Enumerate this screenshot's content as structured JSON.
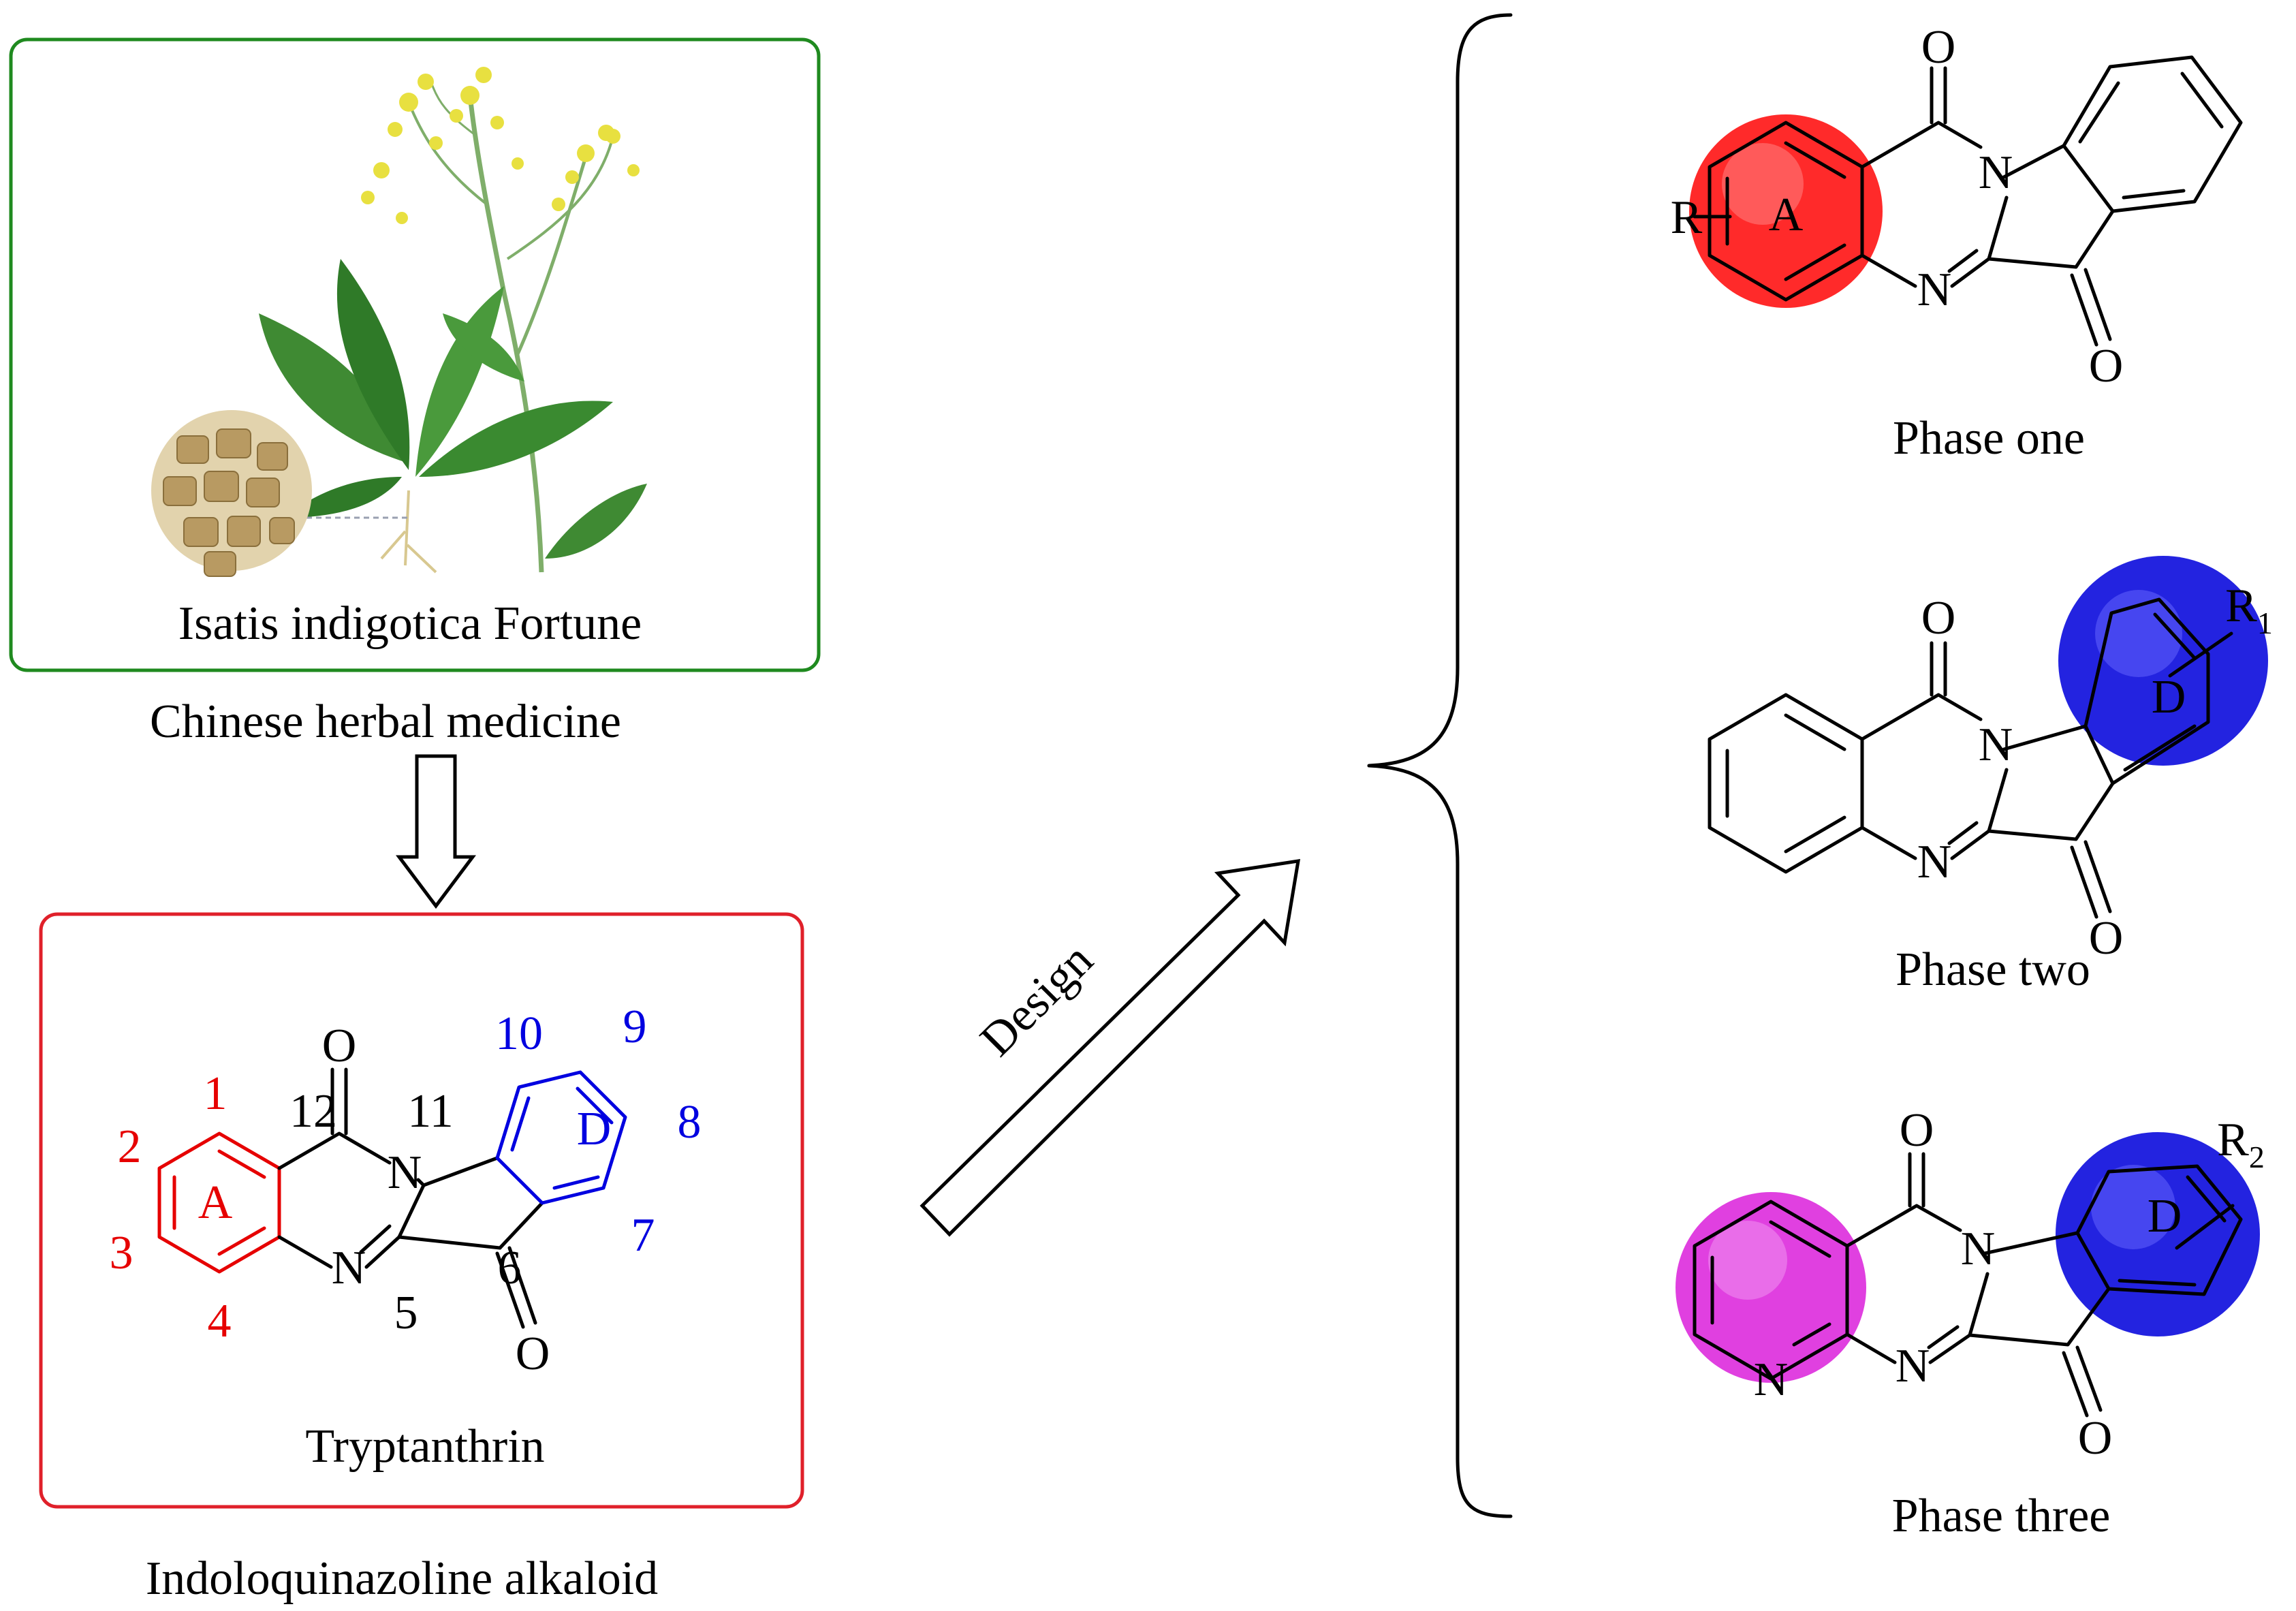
{
  "colors": {
    "plant_box": "#1f8a1f",
    "alkaloid_box": "#e0202a",
    "ring_a": "#e60000",
    "ring_d": "#0000e0",
    "pyridine": "#e040e0"
  },
  "source": {
    "plant_caption": "Isatis indigotica Fortune",
    "category": "Chinese herbal medicine"
  },
  "alkaloid": {
    "name": "Tryptanthrin",
    "class": "Indoloquinazoline alkaloid",
    "ring_a_label": "A",
    "ring_d_label": "D",
    "atoms": {
      "n_bridge": "N",
      "n_imine": "N",
      "o_top": "O",
      "o_bottom": "O"
    },
    "positions": [
      "1",
      "2",
      "3",
      "4",
      "5",
      "6",
      "7",
      "8",
      "9",
      "10",
      "11",
      "12"
    ]
  },
  "arrow_label": "Design",
  "phases": [
    {
      "caption": "Phase one",
      "substituent": "R",
      "ring_label": "A",
      "n_bridge": "N",
      "n_imine": "N",
      "o_top": "O",
      "o_bottom": "O"
    },
    {
      "caption": "Phase two",
      "substituent": "R",
      "substituent_sub": "1",
      "ring_label": "D",
      "n_bridge": "N",
      "n_imine": "N",
      "o_top": "O",
      "o_bottom": "O"
    },
    {
      "caption": "Phase three",
      "substituent": "R",
      "substituent_sub": "2",
      "ring_label": "D",
      "n_bridge": "N",
      "n_imine": "N",
      "n_pyridine": "N",
      "o_top": "O",
      "o_bottom": "O"
    }
  ]
}
